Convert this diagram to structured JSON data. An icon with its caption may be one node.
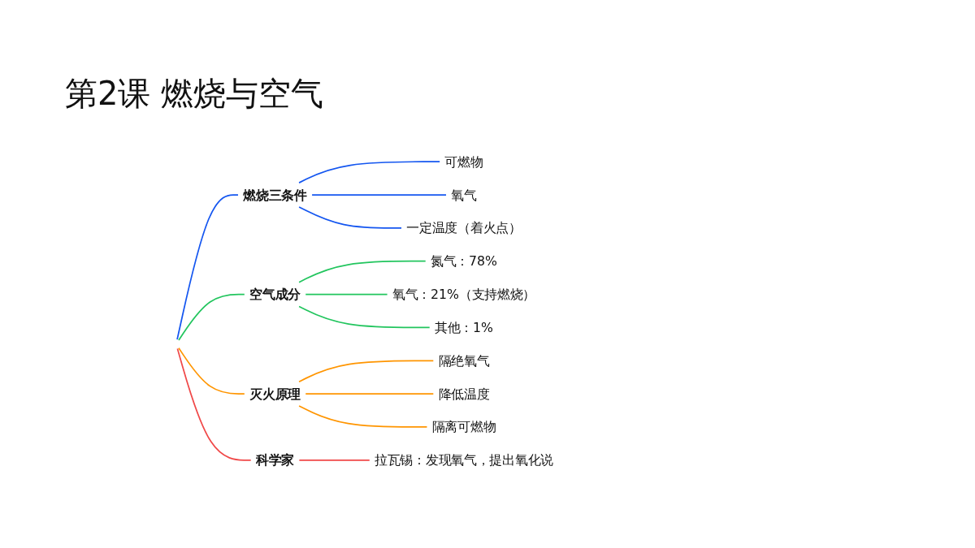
{
  "diagram": {
    "title": "第2课 燃烧与空气",
    "nodes": [
      {
        "text": [],
        "shape": "circle"
      },
      {
        "text": [
          "燃烧三条件"
        ]
      },
      {
        "text": [
          "可燃物"
        ]
      },
      {
        "text": [
          "氧气"
        ]
      },
      {
        "text": [
          "一定温度（着火点）"
        ]
      },
      {
        "text": [
          "空气成分"
        ]
      },
      {
        "text": [
          "氮气：78%"
        ]
      },
      {
        "text": [
          "氧气：21%（支持燃烧）"
        ]
      },
      {
        "text": [
          "其他：1%"
        ]
      },
      {
        "text": [
          "灭火原理"
        ]
      },
      {
        "text": [
          "隔绝氧气"
        ]
      },
      {
        "text": [
          "降低温度"
        ]
      },
      {
        "text": [
          "隔离可燃物"
        ]
      },
      {
        "text": [
          "科学家"
        ]
      },
      {
        "text": [
          "拉瓦锡：发现氧气，提出氧化说"
        ]
      }
    ],
    "edges": [
      {
        "from": 0,
        "to": 1,
        "arrow": "none",
        "color": "#1456f0"
      },
      {
        "from": 1,
        "to": 2,
        "arrow": "none",
        "color": "#1456f0"
      },
      {
        "from": 1,
        "to": 3,
        "arrow": "none",
        "color": "#1456f0"
      },
      {
        "from": 1,
        "to": 4,
        "arrow": "none",
        "color": "#1456f0"
      },
      {
        "from": 0,
        "to": 5,
        "arrow": "none",
        "color": "#22c55e"
      },
      {
        "from": 5,
        "to": 6,
        "arrow": "none",
        "color": "#22c55e"
      },
      {
        "from": 5,
        "to": 7,
        "arrow": "none",
        "color": "#22c55e"
      },
      {
        "from": 5,
        "to": 8,
        "arrow": "none",
        "color": "#22c55e"
      },
      {
        "from": 0,
        "to": 9,
        "arrow": "none",
        "color": "#ff9500"
      },
      {
        "from": 9,
        "to": 10,
        "arrow": "none",
        "color": "#ff9500"
      },
      {
        "from": 9,
        "to": 11,
        "arrow": "none",
        "color": "#ff9500"
      },
      {
        "from": 9,
        "to": 12,
        "arrow": "none",
        "color": "#ff9500"
      },
      {
        "from": 0,
        "to": 13,
        "arrow": "none",
        "color": "#f04848"
      },
      {
        "from": 13,
        "to": 14,
        "arrow": "none",
        "color": "#f04848"
      }
    ]
  }
}
